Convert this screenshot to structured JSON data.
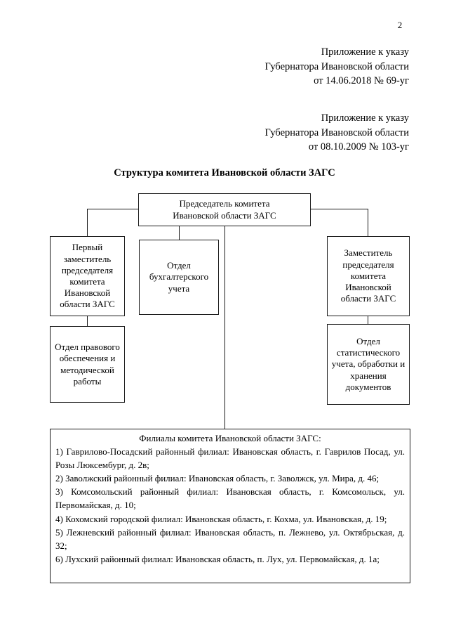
{
  "page": {
    "number": "2"
  },
  "appendix_blocks": [
    {
      "line1": "Приложение к указу",
      "line2": "Губернатора Ивановской области",
      "line3": "от 14.06.2018 № 69-уг"
    },
    {
      "line1": "Приложение к указу",
      "line2": "Губернатора Ивановской области",
      "line3": "от 08.10.2009 № 103-уг"
    }
  ],
  "document": {
    "title": "Структура комитета Ивановской области ЗАГС"
  },
  "org_chart": {
    "chairman": "Председатель комитета\nИвановской области ЗАГС",
    "first_deputy": "Первый заместитель председателя комитета Ивановской области ЗАГС",
    "accounting_department": "Отдел бухгалтерского учета",
    "deputy": "Заместитель председателя комитета Ивановской области ЗАГС",
    "legal_department": "Отдел правового обеспечения и методической работы",
    "statistics_department": "Отдел статистического учета, обработки и хранения документов"
  },
  "branches": {
    "title": "Филиалы комитета Ивановской области ЗАГС:",
    "items": [
      "1) Гаврилово-Посадский районный филиал: Ивановская область, г. Гаврилов Посад, ул. Розы Люксембург, д. 2в;",
      "2) Заволжский районный филиал: Ивановская область, г. Заволжск, ул. Мира, д. 46;",
      "3) Комсомольский районный филиал: Ивановская область, г. Комсомольск, ул. Первомайская, д. 10;",
      "4) Кохомский городской филиал: Ивановская область, г. Кохма, ул. Ивановская, д. 19;",
      "5) Лежневский районный филиал: Ивановская область, п. Лежнево, ул. Октябрьская, д. 32;",
      "6) Лухский районный филиал: Ивановская область, п. Лух, ул. Первомайская, д. 1а;"
    ]
  },
  "colors": {
    "text": "#000000",
    "line": "#1a1a1a",
    "background": "#ffffff"
  }
}
